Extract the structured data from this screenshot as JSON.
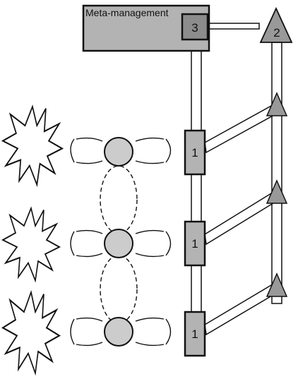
{
  "meta_box": {
    "label": "Meta-management",
    "inner_label": "3"
  },
  "top_triangle": {
    "label": "2"
  },
  "unit_label": "1",
  "units": [
    {
      "label": "1"
    },
    {
      "label": "1"
    },
    {
      "label": "1"
    }
  ],
  "colors": {
    "box_fill": "#b3b3b3",
    "inner_box_fill": "#8c8c8c",
    "node_fill": "#cccccc",
    "triangle_fill": "#999999",
    "stroke": "#111111"
  }
}
